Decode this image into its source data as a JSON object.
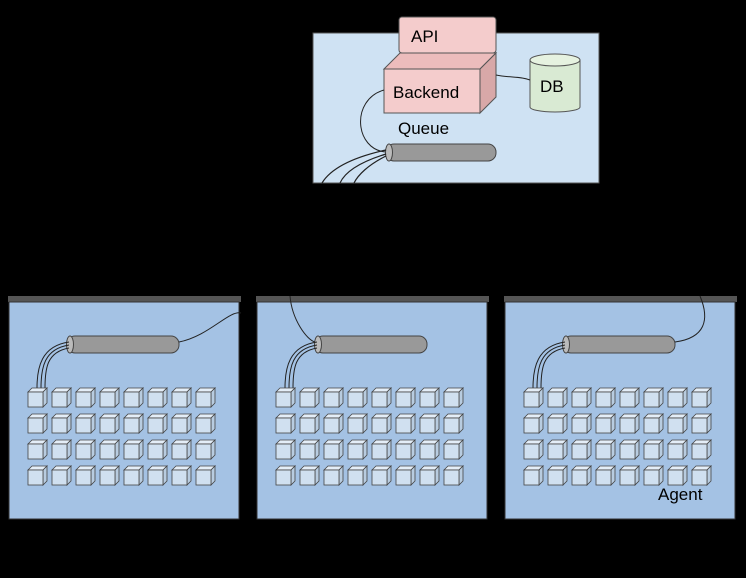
{
  "labels": {
    "api": "API",
    "backend": "Backend",
    "db": "DB",
    "queue": "Queue",
    "agent": "Agent"
  },
  "colors": {
    "background": "#000000",
    "central_panel": "#cfe2f3",
    "cluster_panel": "#a4c2e4",
    "api_fill": "#f4cccc",
    "backend_fill": "#f4cccc",
    "db_fill": "#d9ead3",
    "queue_fill": "#999999",
    "agent_cube_fill": "#d0e0f0"
  },
  "clusters": [
    {
      "agent_rows": 4,
      "agent_cols": 8
    },
    {
      "agent_rows": 4,
      "agent_cols": 8
    },
    {
      "agent_rows": 4,
      "agent_cols": 8
    }
  ]
}
